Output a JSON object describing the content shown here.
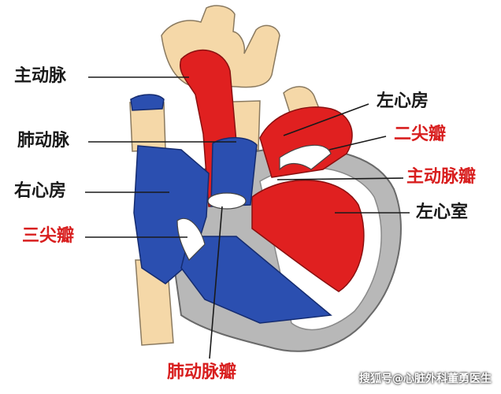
{
  "colors": {
    "artery_red": "#e02020",
    "vein_blue": "#2b4fb0",
    "vessel_beige": "#f5d8a8",
    "wall_gray": "#b8b8b8",
    "label_black": "#1a1a1a",
    "label_red": "#d81e1e"
  },
  "labels": {
    "aorta": "主动脉",
    "pulmonary_artery": "肺动脉",
    "right_atrium": "右心房",
    "tricuspid_valve": "三尖瓣",
    "left_atrium": "左心房",
    "mitral_valve": "二尖瓣",
    "aortic_valve": "主动脉瓣",
    "left_ventricle": "左心室",
    "pulmonary_valve": "肺动脉瓣"
  },
  "watermark": "搜狐号@心脏外科董勇医生"
}
